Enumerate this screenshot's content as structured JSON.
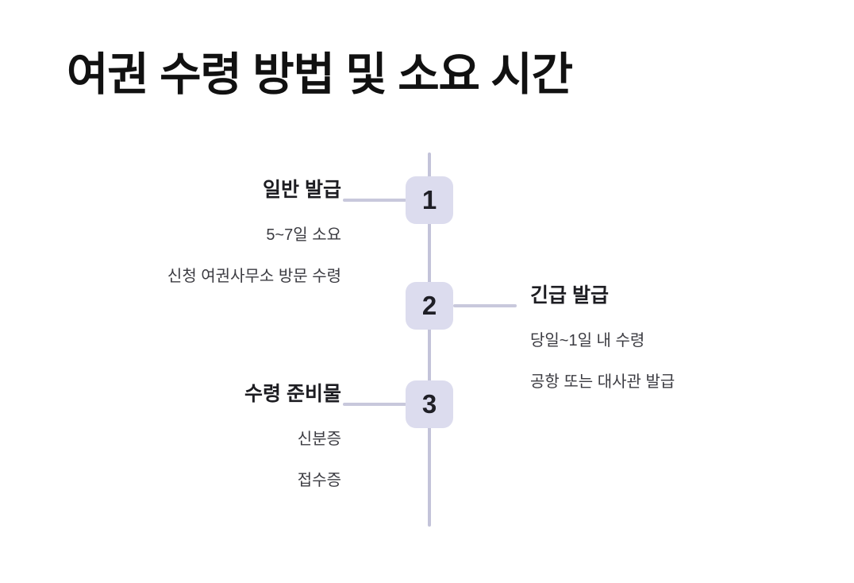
{
  "title": "여권 수령 방법 및 소요 시간",
  "colors": {
    "background": "#ffffff",
    "badge_fill": "#dcdcee",
    "line": "#c3c3d9",
    "heading_text": "#1d1d22",
    "detail_text": "#3b3b41",
    "title_text": "#111111"
  },
  "timeline": {
    "steps": [
      {
        "number": "1",
        "side": "left",
        "heading": "일반 발급",
        "details": [
          "5~7일 소요",
          "신청 여권사무소 방문 수령"
        ]
      },
      {
        "number": "2",
        "side": "right",
        "heading": "긴급 발급",
        "details": [
          "당일~1일 내 수령",
          "공항 또는 대사관 발급"
        ]
      },
      {
        "number": "3",
        "side": "left",
        "heading": "수령 준비물",
        "details": [
          "신분증",
          "접수증"
        ]
      }
    ]
  }
}
